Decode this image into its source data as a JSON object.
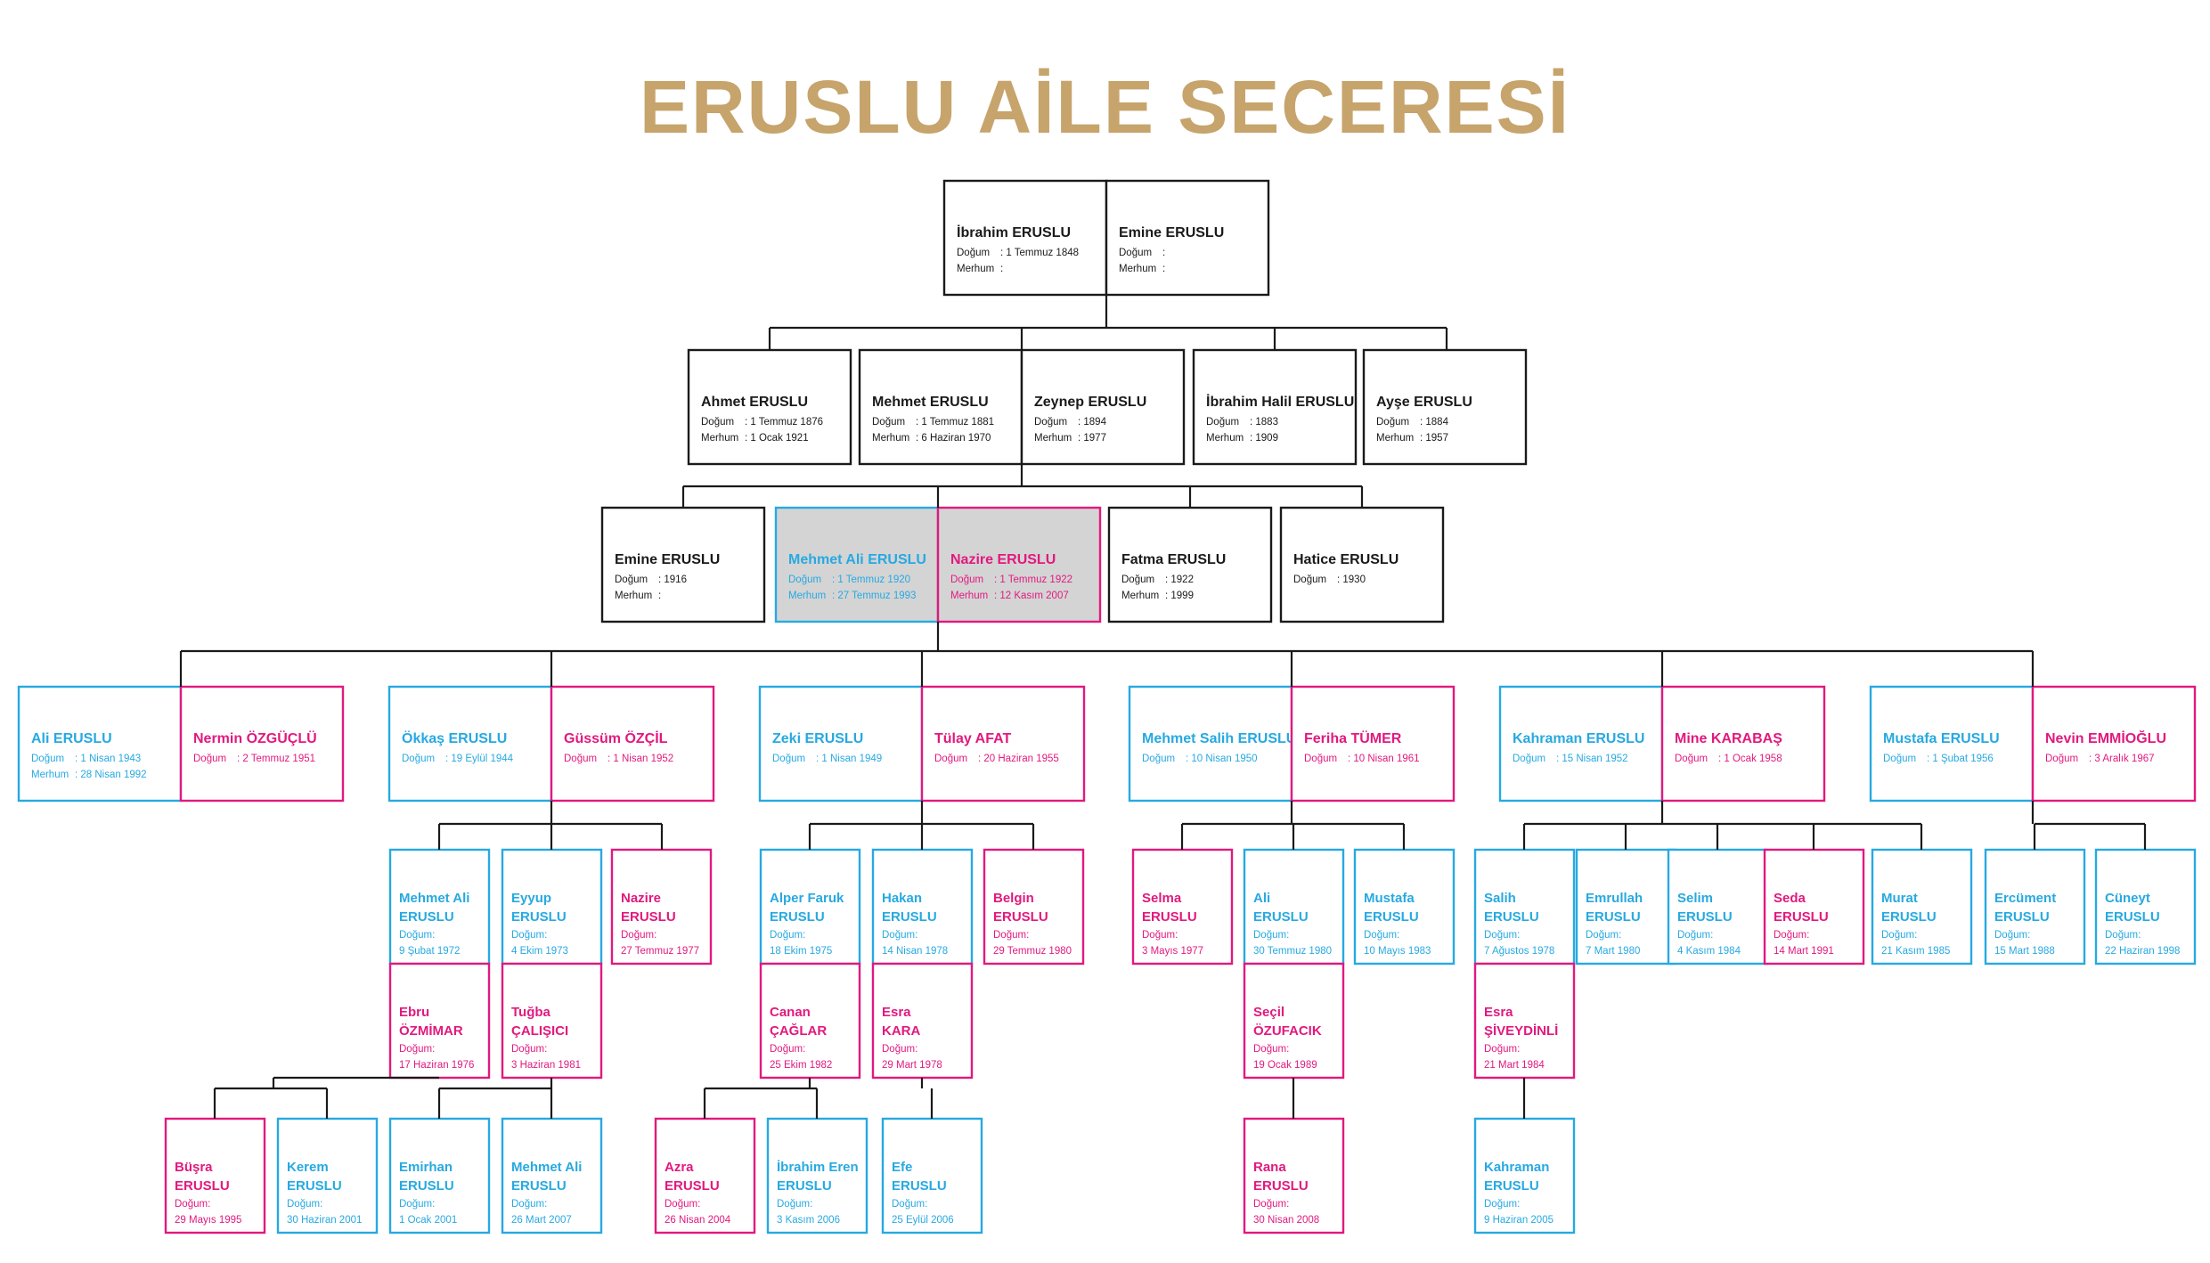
{
  "title": "ERUSLU AİLE SECERESİ",
  "colors": {
    "title": "#c6a46c",
    "dark": "#1a1a1a",
    "blue": "#27a9e1",
    "pink": "#e2197e",
    "highlight": "#d4d4d4"
  },
  "labels": {
    "dogum": "Doğum",
    "merhum": "Merhum"
  },
  "generations": [
    {
      "couples": [
        {
          "a": {
            "name": "İbrahim ERUSLU",
            "birth": "1 Temmuz 1848",
            "death": "",
            "color": "dark",
            "showMerhum": true
          },
          "b": {
            "name": "Emine ERUSLU",
            "birth": "",
            "death": "",
            "color": "dark",
            "showMerhum": true
          }
        }
      ]
    },
    {
      "couples": [
        {
          "a": {
            "name": "Ahmet ERUSLU",
            "birth": "1 Temmuz 1876",
            "death": "1 Ocak 1921",
            "color": "dark",
            "showMerhum": true
          }
        },
        {
          "a": {
            "name": "Mehmet ERUSLU",
            "birth": "1 Temmuz 1881",
            "death": "6 Haziran 1970",
            "color": "dark",
            "showMerhum": true
          },
          "b": {
            "name": "Zeynep ERUSLU",
            "birth": "1894",
            "death": "1977",
            "color": "dark",
            "showMerhum": true
          }
        },
        {
          "a": {
            "name": "İbrahim Halil ERUSLU",
            "birth": "1883",
            "death": "1909",
            "color": "dark",
            "showMerhum": true
          }
        },
        {
          "a": {
            "name": "Ayşe ERUSLU",
            "birth": "1884",
            "death": "1957",
            "color": "dark",
            "showMerhum": true
          }
        }
      ]
    },
    {
      "couples": [
        {
          "a": {
            "name": "Emine ERUSLU",
            "birth": "1916",
            "death": "",
            "color": "dark",
            "showMerhum": true
          }
        },
        {
          "a": {
            "name": "Mehmet Ali ERUSLU",
            "birth": "1 Temmuz 1920",
            "death": "27 Temmuz 1993",
            "color": "blue",
            "showMerhum": true
          },
          "b": {
            "name": "Nazire ERUSLU",
            "birth": "1 Temmuz 1922",
            "death": "12 Kasım 2007",
            "color": "pink",
            "showMerhum": true
          }
        },
        {
          "a": {
            "name": "Fatma ERUSLU",
            "birth": "1922",
            "death": "1999",
            "color": "dark",
            "showMerhum": true
          }
        },
        {
          "a": {
            "name": "Hatice ERUSLU",
            "birth": "1930",
            "death": "",
            "color": "dark",
            "showMerhum": false
          }
        }
      ]
    },
    {
      "couples": [
        {
          "a": {
            "name": "Ali ERUSLU",
            "birth": "1 Nisan 1943",
            "death": "28 Nisan 1992",
            "color": "blue",
            "showMerhum": true
          },
          "b": {
            "name": "Nermin ÖZGÜÇLÜ",
            "birth": "2 Temmuz 1951",
            "death": "",
            "color": "pink",
            "showMerhum": false
          }
        },
        {
          "a": {
            "name": "Ökkaş ERUSLU",
            "birth": "19 Eylül 1944",
            "death": "",
            "color": "blue",
            "showMerhum": false
          },
          "b": {
            "name": "Güssüm ÖZÇİL",
            "birth": "1 Nisan 1952",
            "death": "",
            "color": "pink",
            "showMerhum": false
          }
        },
        {
          "a": {
            "name": "Zeki ERUSLU",
            "birth": "1 Nisan 1949",
            "death": "",
            "color": "blue",
            "showMerhum": false
          },
          "b": {
            "name": "Tülay AFAT",
            "birth": "20 Haziran 1955",
            "death": "",
            "color": "pink",
            "showMerhum": false
          }
        },
        {
          "a": {
            "name": "Mehmet Salih ERUSLU",
            "birth": "10 Nisan 1950",
            "death": "",
            "color": "blue",
            "showMerhum": false
          },
          "b": {
            "name": "Feriha TÜMER",
            "birth": "10 Nisan 1961",
            "death": "",
            "color": "pink",
            "showMerhum": false
          }
        },
        {
          "a": {
            "name": "Kahraman ERUSLU",
            "birth": "15 Nisan 1952",
            "death": "",
            "color": "blue",
            "showMerhum": false
          },
          "b": {
            "name": "Mine KARABAŞ",
            "birth": "1 Ocak 1958",
            "death": "",
            "color": "pink",
            "showMerhum": false
          }
        },
        {
          "a": {
            "name": "Mustafa ERUSLU",
            "birth": "1 Şubat 1956",
            "death": "",
            "color": "blue",
            "showMerhum": false
          },
          "b": {
            "name": "Nevin EMMİOĞLU",
            "birth": "3 Aralık 1967",
            "death": "",
            "color": "pink",
            "showMerhum": false
          }
        }
      ]
    },
    {
      "couples": [
        {
          "a": {
            "name": "Mehmet Ali ERUSLU",
            "birth": "9 Şubat 1972",
            "color": "blue"
          },
          "b": {
            "name": "Ebru ÖZMİMAR",
            "birth": "17 Haziran 1976",
            "color": "pink"
          }
        },
        {
          "a": {
            "name": "Eyyup ERUSLU",
            "birth": "4 Ekim 1973",
            "color": "blue"
          },
          "b": {
            "name": "Tuğba ÇALIŞICI",
            "birth": "3 Haziran 1981",
            "color": "pink"
          }
        },
        {
          "a": {
            "name": "Nazire ERUSLU",
            "birth": "27 Temmuz 1977",
            "color": "pink"
          }
        },
        {
          "a": {
            "name": "Alper Faruk ERUSLU",
            "birth": "18 Ekim 1975",
            "color": "blue"
          },
          "b": {
            "name": "Canan ÇAĞLAR",
            "birth": "25 Ekim 1982",
            "color": "pink"
          }
        },
        {
          "a": {
            "name": "Hakan ERUSLU",
            "birth": "14 Nisan 1978",
            "color": "blue"
          },
          "b": {
            "name": "Esra KARA",
            "birth": "29 Mart 1978",
            "color": "pink"
          }
        },
        {
          "a": {
            "name": "Belgin ERUSLU",
            "birth": "29 Temmuz 1980",
            "color": "pink"
          }
        },
        {
          "a": {
            "name": "Selma ERUSLU",
            "birth": "3 Mayıs 1977",
            "color": "pink"
          }
        },
        {
          "a": {
            "name": "Ali ERUSLU",
            "birth": "30 Temmuz 1980",
            "color": "blue"
          },
          "b": {
            "name": "Seçil ÖZUFACIK",
            "birth": "19 Ocak 1989",
            "color": "pink"
          }
        },
        {
          "a": {
            "name": "Mustafa ERUSLU",
            "birth": "10 Mayıs 1983",
            "color": "blue"
          }
        },
        {
          "a": {
            "name": "Salih ERUSLU",
            "birth": "7 Ağustos 1978",
            "color": "blue"
          },
          "b": {
            "name": "Esra ŞİVEYDİNLİ",
            "birth": "21 Mart 1984",
            "color": "pink"
          }
        },
        {
          "a": {
            "name": "Emrullah ERUSLU",
            "birth": "7 Mart 1980",
            "color": "blue"
          }
        },
        {
          "a": {
            "name": "Selim ERUSLU",
            "birth": "4 Kasım 1984",
            "color": "blue"
          }
        },
        {
          "a": {
            "name": "Seda ERUSLU",
            "birth": "14 Mart 1991",
            "color": "pink"
          }
        },
        {
          "a": {
            "name": "Murat ERUSLU",
            "birth": "21 Kasım 1985",
            "color": "blue"
          }
        },
        {
          "a": {
            "name": "Ercüment ERUSLU",
            "birth": "15 Mart 1988",
            "color": "blue"
          }
        },
        {
          "a": {
            "name": "Cüneyt ERUSLU",
            "birth": "22 Haziran 1998",
            "color": "blue"
          }
        }
      ]
    },
    {
      "couples": [
        {
          "a": {
            "name": "Büşra ERUSLU",
            "birth": "29 Mayıs 1995",
            "color": "pink"
          }
        },
        {
          "a": {
            "name": "Kerem ERUSLU",
            "birth": "30 Haziran 2001",
            "color": "blue"
          }
        },
        {
          "a": {
            "name": "Emirhan ERUSLU",
            "birth": "1 Ocak 2001",
            "color": "blue"
          }
        },
        {
          "a": {
            "name": "Mehmet Ali ERUSLU",
            "birth": "26 Mart 2007",
            "color": "blue"
          }
        },
        {
          "a": {
            "name": "Azra ERUSLU",
            "birth": "26 Nisan 2004",
            "color": "pink"
          }
        },
        {
          "a": {
            "name": "İbrahim Eren ERUSLU",
            "birth": "3 Kasım 2006",
            "color": "blue"
          }
        },
        {
          "a": {
            "name": "Efe ERUSLU",
            "birth": "25 Eylül 2006",
            "color": "blue"
          }
        },
        {
          "a": {
            "name": "Rana ERUSLU",
            "birth": "30 Nisan 2008",
            "color": "pink"
          }
        },
        {
          "a": {
            "name": "Kahraman ERUSLU",
            "birth": "9 Haziran 2005",
            "color": "blue"
          }
        }
      ]
    }
  ]
}
